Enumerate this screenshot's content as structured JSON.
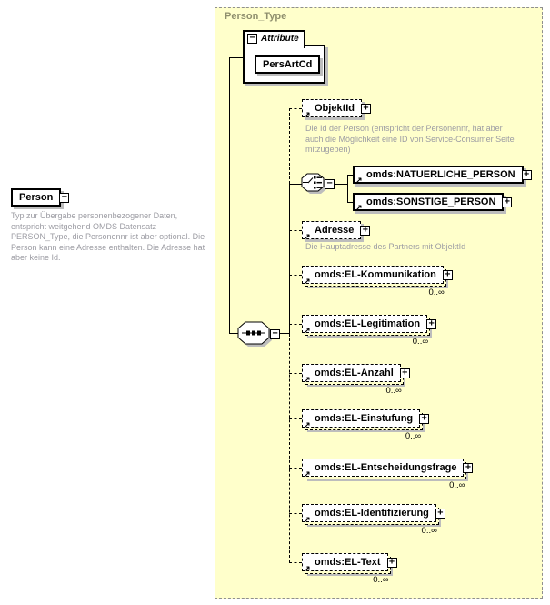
{
  "icons": {
    "plus": "+",
    "minus": "−",
    "ref_arrow": "↗"
  },
  "colors": {
    "container_bg": "#ffffcb",
    "container_title": "#8f8f6e",
    "doc_text": "#9c9ca3",
    "shadow": "#bdbdbd",
    "line": "#000000"
  },
  "root_element": {
    "name": "Person",
    "documentation": "Typ zur Übergabe personenbezogener Daten, entspricht weitgehend OMDS Datensatz PERSON_Type, die Personennr ist aber optional. Die Person kann eine Adresse enthalten. Die Adresse hat aber keine Id."
  },
  "container": {
    "title": "Person_Type"
  },
  "attributes": {
    "section_label": "Attribute",
    "items": [
      {
        "name": "PersArtCd"
      }
    ]
  },
  "sequence": {
    "objektid": {
      "name": "ObjektId",
      "documentation": "Die Id der Person (entspricht der Personennr, hat aber auch die Möglichkeit eine ID von Service-Consumer Seite mitzugeben)"
    },
    "choice": {
      "options": [
        {
          "name": "omds:NATUERLICHE_PERSON"
        },
        {
          "name": "omds:SONSTIGE_PERSON"
        }
      ]
    },
    "adresse": {
      "name": "Adresse",
      "documentation": "Die Hauptadresse des Partners mit ObjektId"
    },
    "repeating": [
      {
        "name": "omds:EL-Kommunikation",
        "occurrence": "0..∞"
      },
      {
        "name": "omds:EL-Legitimation",
        "occurrence": "0..∞"
      },
      {
        "name": "omds:EL-Anzahl",
        "occurrence": "0..∞"
      },
      {
        "name": "omds:EL-Einstufung",
        "occurrence": "0..∞"
      },
      {
        "name": "omds:EL-Entscheidungsfrage",
        "occurrence": "0..∞"
      },
      {
        "name": "omds:EL-Identifizierung",
        "occurrence": "0..∞"
      },
      {
        "name": "omds:EL-Text",
        "occurrence": "0..∞"
      }
    ]
  }
}
